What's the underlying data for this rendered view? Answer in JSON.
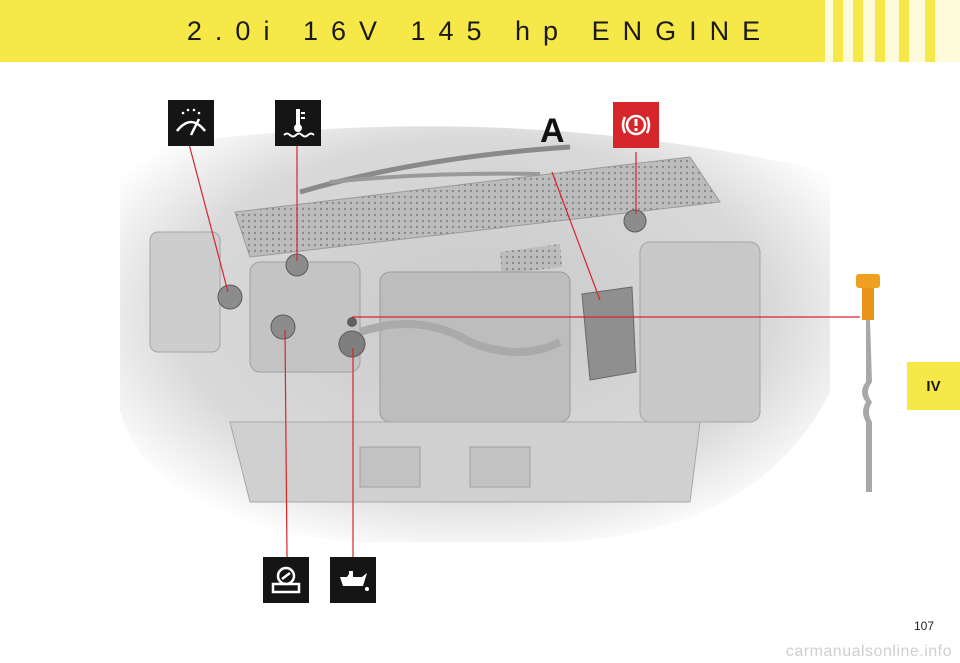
{
  "header": {
    "title": "2.0i 16V 145 hp ENGINE"
  },
  "section_tab": {
    "label": "IV"
  },
  "diagram": {
    "callout_label": "A",
    "icons": [
      {
        "name": "windscreen-washer-icon"
      },
      {
        "name": "coolant-temperature-icon"
      },
      {
        "name": "brake-fluid-icon"
      },
      {
        "name": "power-steering-fluid-icon"
      },
      {
        "name": "engine-oil-icon"
      },
      {
        "name": "oil-dipstick"
      }
    ]
  },
  "footer": {
    "page_number": "107",
    "watermark": "carmanualsonline.info"
  },
  "colors": {
    "header_yellow": "#f7e84a",
    "callout_line_red": "#d7262b",
    "brake_icon_red": "#d7262b",
    "icon_black": "#151515"
  }
}
